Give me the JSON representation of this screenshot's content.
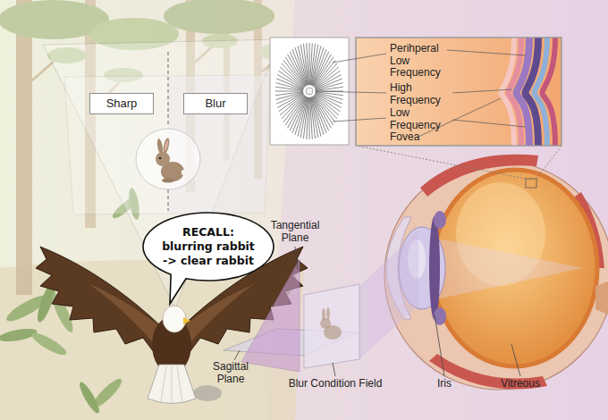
{
  "diagram": {
    "nodes": [
      {
        "text": [
          "Sharp"
        ]
      },
      {
        "text": [
          "Blur"
        ]
      },
      {
        "text": [
          "RECALL: blurring rabbit -> clear rabbit"
        ]
      }
    ],
    "labels": [
      "Perihperal Low Frequency",
      "High Frequency",
      "Low Frequency",
      "Fovea",
      "Tangential Plane",
      "Sagittal Plane",
      "Blur Condition Field",
      "Iris",
      "Vitreous"
    ]
  }
}
